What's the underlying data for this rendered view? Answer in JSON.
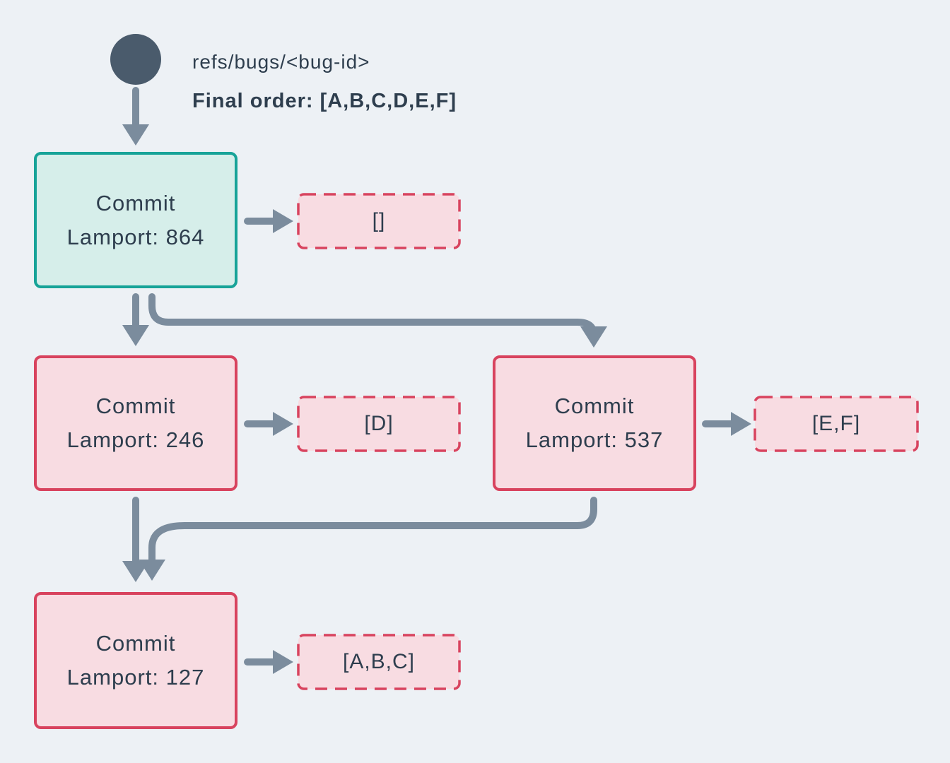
{
  "header": {
    "ref": "refs/bugs/<bug-id>",
    "final_order": "Final order: [A,B,C,D,E,F]"
  },
  "nodes": [
    {
      "id": "commit-864",
      "title": "Commit",
      "lamport": "Lamport: 864",
      "payload": "[]",
      "role": "head"
    },
    {
      "id": "commit-246",
      "title": "Commit",
      "lamport": "Lamport: 246",
      "payload": "[D]",
      "role": "normal"
    },
    {
      "id": "commit-537",
      "title": "Commit",
      "lamport": "Lamport: 537",
      "payload": "[E,F]",
      "role": "normal"
    },
    {
      "id": "commit-127",
      "title": "Commit",
      "lamport": "Lamport: 127",
      "payload": "[A,B,C]",
      "role": "normal"
    }
  ],
  "colors": {
    "background": "#edf1f5",
    "arrow": "#7b8c9d",
    "ref_dot": "#4a5b6c",
    "text": "#2e3e4e",
    "head_node_border": "#17a398",
    "head_node_fill": "#d6eeea",
    "node_border": "#d8435e",
    "node_fill": "#f8dce2"
  }
}
